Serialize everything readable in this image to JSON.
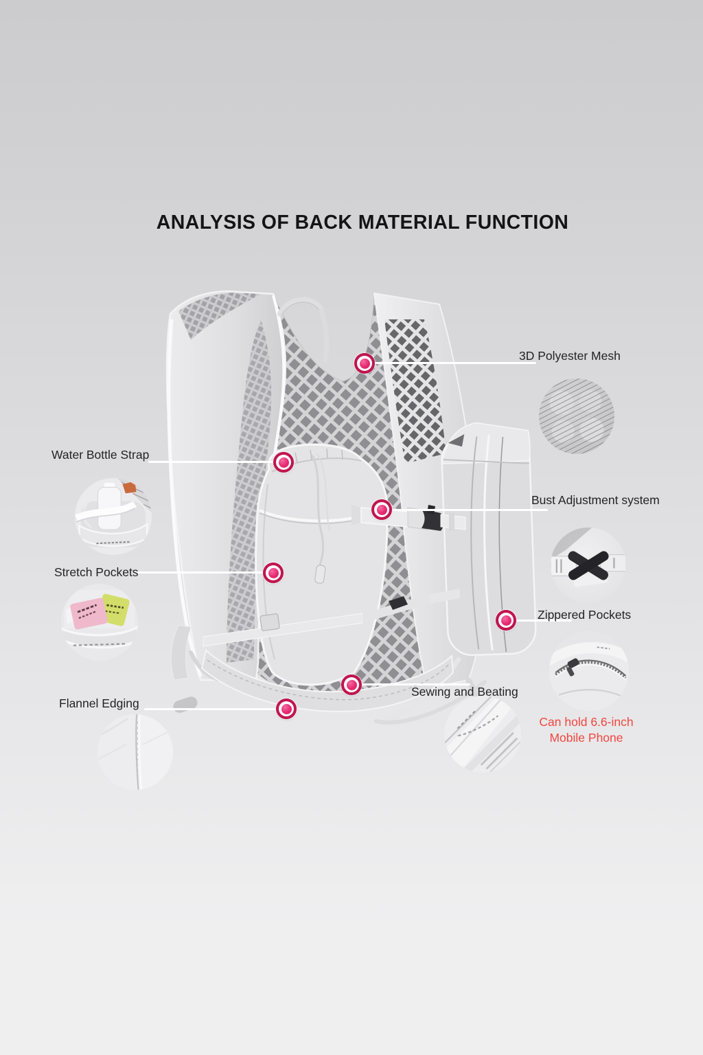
{
  "title": "ANALYSIS OF BACK MATERIAL FUNCTION",
  "annotations": [
    {
      "id": "3d-polyester-mesh",
      "label": "3D Polyester Mesh"
    },
    {
      "id": "water-bottle-strap",
      "label": "Water Bottle Strap"
    },
    {
      "id": "bust-adjustment",
      "label": "Bust Adjustment system"
    },
    {
      "id": "stretch-pockets",
      "label": "Stretch Pockets"
    },
    {
      "id": "zippered-pockets",
      "label": "Zippered Pockets"
    },
    {
      "id": "sewing-and-beating",
      "label": "Sewing and Beating"
    },
    {
      "id": "flannel-edging",
      "label": "Flannel Edging"
    }
  ],
  "note": {
    "line1": "Can hold 6.6-inch",
    "line2": "Mobile Phone",
    "color": "#f2463f"
  },
  "colors": {
    "background_top": "#cccccf",
    "background_bottom": "#efefef",
    "marker_outer": "#c0154e",
    "marker_inner": "#e62a72",
    "leader_line": "#ffffff",
    "label_text": "#232327",
    "title_text": "#141417"
  }
}
